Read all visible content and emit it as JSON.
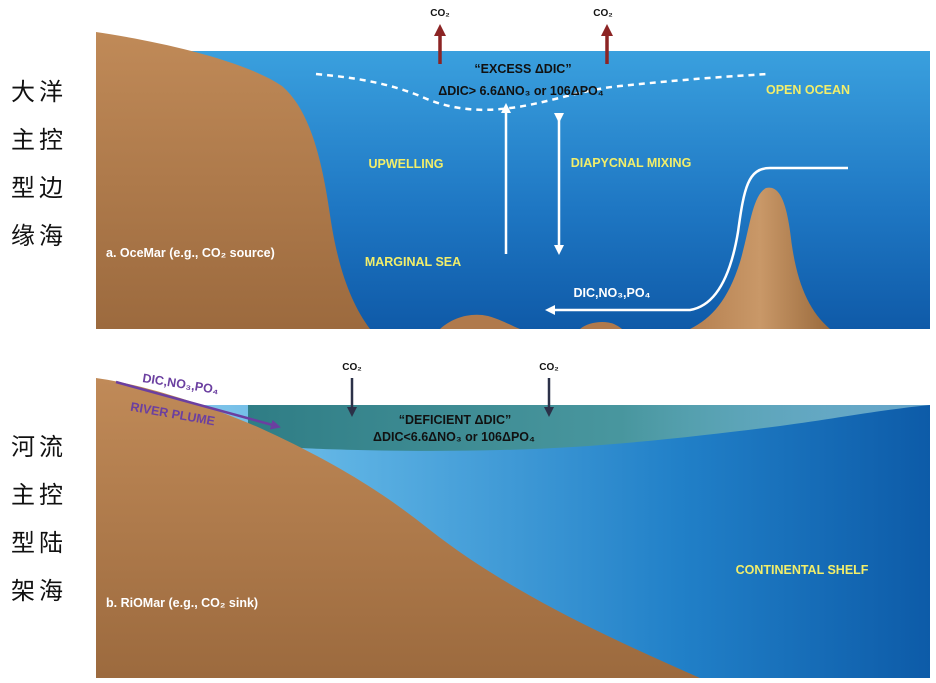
{
  "side_labels": {
    "a": [
      "大洋",
      "主控",
      "型边",
      "缘海"
    ],
    "b": [
      "河流",
      "主控",
      "型陆",
      "架海"
    ]
  },
  "panel_a": {
    "co2_left": "CO₂",
    "co2_right": "CO₂",
    "excess_title": "“EXCESS ΔDIC”",
    "excess_eq": "ΔDIC> 6.6ΔNO₃ or 106ΔPO₄",
    "open_ocean": "OPEN OCEAN",
    "upwelling": "UPWELLING",
    "diapycnal": "DIAPYCNAL MIXING",
    "marginal_sea": "MARGINAL SEA",
    "nutrients": "DIC,NO₃,PO₄",
    "caption": "a. OceMar (e.g., CO₂ source)"
  },
  "panel_b": {
    "co2_left": "CO₂",
    "co2_right": "CO₂",
    "nutrients": "DIC,NO₃,PO₄",
    "river_plume": "RIVER PLUME",
    "deficient_title": "“DEFICIENT ΔDIC”",
    "deficient_eq": "ΔDIC<6.6ΔNO₃ or 106ΔPO₄",
    "continental_shelf": "CONTINENTAL SHELF",
    "caption": "b. RiOMar (e.g., CO₂ sink)"
  },
  "colors": {
    "ocean_light": "#3a9ad9",
    "ocean_deep": "#0f5fae",
    "land": "#b07a4c",
    "land_dark": "#8d5c34",
    "plume": "#3f8a90",
    "co2_out": "#8c2424",
    "co2_in": "#2b3148",
    "label_yellow": "#f2ee6a",
    "river_purple": "#6b3fa0"
  }
}
